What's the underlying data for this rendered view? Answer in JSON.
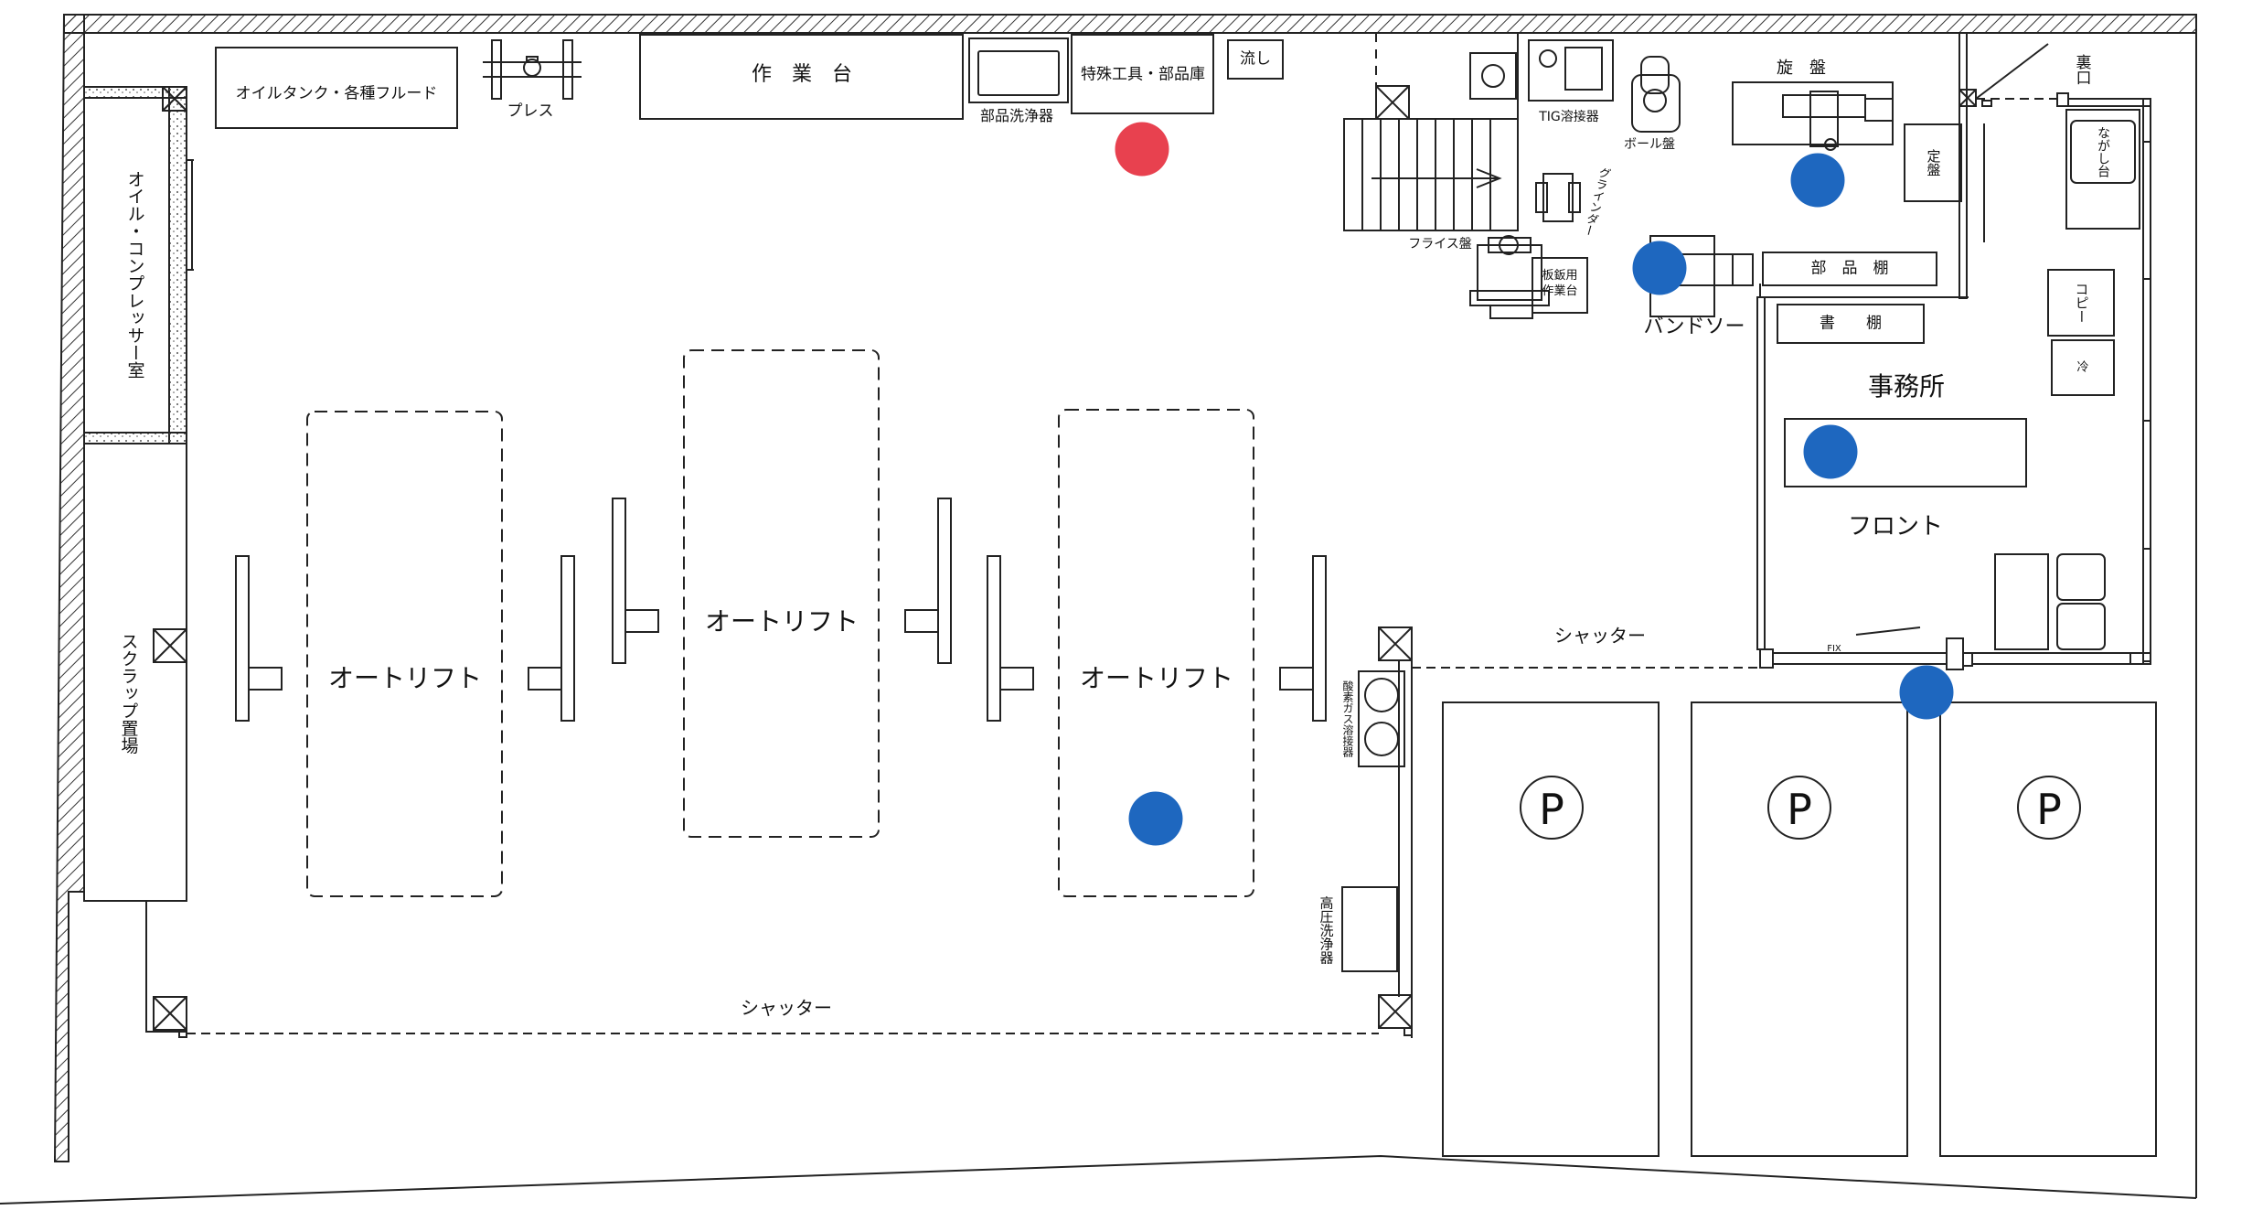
{
  "colors": {
    "line": "#222222",
    "staff_marker": "#1e67bf",
    "current_position_marker": "#e8414f"
  },
  "labels": {
    "oil_tank": "オイルタンク・各種フルード",
    "press": "プレス",
    "workbench": "作　業　台",
    "parts_washer": "部品洗浄器",
    "special_tools": "特殊工具・部品庫",
    "sink": "流し",
    "tig_welder": "TIG溶接器",
    "drill_press": "ボール盤",
    "lathe": "旋　盤",
    "back_door": "裏口",
    "surface_plate": "定盤",
    "grinder": "グラインダー",
    "milling": "フライス盤",
    "sheet_metal_bench": "板鈑用作業台",
    "band_saw": "バンドソー",
    "parts_shelf": "部　品　棚",
    "bookshelf": "書　　棚",
    "office": "事務所",
    "front": "フロント",
    "kitchen_sink": "ながし台",
    "copy": "コピー",
    "fridge": "冷",
    "compressor_room": "オイル・コンプレッサー室",
    "scrap_area": "スクラップ置場",
    "autolift_1": "オートリフト",
    "autolift_2": "オートリフト",
    "autolift_3": "オートリフト",
    "oxygen_gas_welder": "酸素ガス溶接器",
    "pressure_washer": "高圧洗浄器",
    "shutter_bottom": "シャッター",
    "shutter_right": "シャッター",
    "fix": "FIX",
    "parking_1": "P",
    "parking_2": "P",
    "parking_3": "P"
  }
}
